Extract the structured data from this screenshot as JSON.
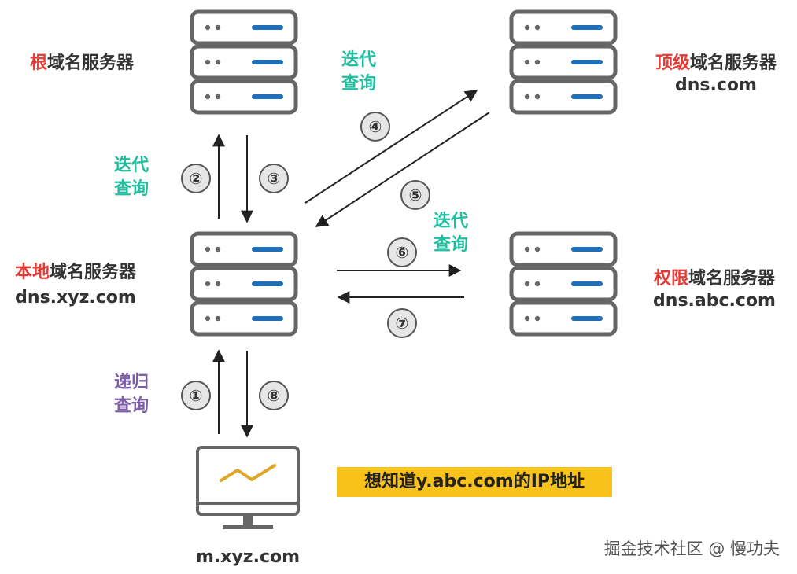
{
  "servers": {
    "root": {
      "highlight": "根",
      "rest": "域名服务器",
      "host": ""
    },
    "tld": {
      "highlight": "顶级",
      "rest": "域名服务器",
      "host": "dns.com"
    },
    "local": {
      "highlight": "本地",
      "rest": "域名服务器",
      "host": "dns.xyz.com"
    },
    "auth": {
      "highlight": "权限",
      "rest": "域名服务器",
      "host": "dns.abc.com"
    }
  },
  "query_types": {
    "iter_a": [
      "迭代",
      "查询"
    ],
    "iter_b": [
      "迭代",
      "查询"
    ],
    "iter_c": [
      "迭代",
      "查询"
    ],
    "recursive": [
      "递归",
      "查询"
    ]
  },
  "steps": [
    "①",
    "②",
    "③",
    "④",
    "⑤",
    "⑥",
    "⑦",
    "⑧"
  ],
  "client": {
    "host": "m.xyz.com"
  },
  "note": "想知道y.abc.com的IP地址",
  "watermark": "掘金技术社区 @ 慢功夫",
  "colors": {
    "highlight": "#e53935",
    "iterative": "#1fbf9f",
    "recursive": "#7b5ea7",
    "server_bar": "#1e6fb8",
    "outline": "#666666",
    "note_bg": "#f7c21c",
    "chart_line": "#e0a72a"
  }
}
